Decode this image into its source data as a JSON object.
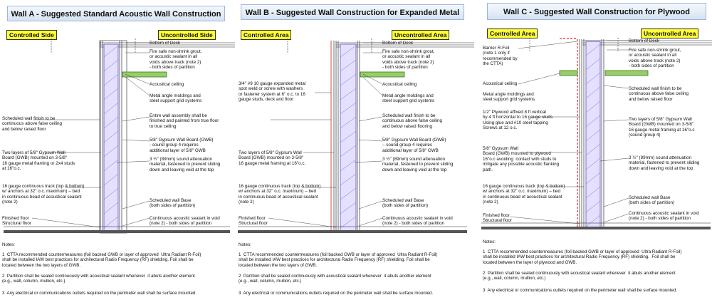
{
  "colors": {
    "title_bg": "#d6e3f3",
    "label_bg": "#ffff33",
    "insulation": "#7b6ad8",
    "track": "#2e7d32",
    "foil": "#d62f2f"
  },
  "walls": [
    {
      "title": "Wall A - Suggested Standard Acoustic Wall Construction",
      "left_label": "Controlled Side",
      "right_label": "Uncontrolled Side",
      "right_callouts": [
        "Bottom of Deck",
        "Fire safe non-shrink grout,\nor acoustic sealant in all\nvoids above track (note 2)\n- both sides of partition",
        "Acoustical ceiling",
        "Metal angle moldings and\nsteel support grid systems",
        "Entire wall assembly shall be\nfinished and painted from true floor\nto true ceiling",
        "5/8\" Gypsum Wall Board (GWB)\n- sound group 4 requires\nadditional layer of 5/8\" GWB",
        "3 ½\" (89mm) sound attenuation\nmaterial, fastened to prevent sliding\ndown and leaving void at the top",
        "Scheduled wall Base\n(both sides of partition)",
        "Continuous acoustic sealant in void\n(note 2) - both sides of partition"
      ],
      "left_callouts": [
        "Scheduled wall finish to be\ncontinuous above false ceiling\nand below raised floor",
        "Two layers of 5/8\" Gypsum Wall\nBoard (GWB) mounted on 3-5/8\"\n16 gauge metal framing or 2x4 studs\nat 16\"o.c.",
        "16 gauge continuous track (top & bottom)\nw/ anchors at 32\" o.c. maximum) – bed\nin continuous bead of acoustical sealant\n(note 2)",
        "Finished floor\nStructural floor"
      ],
      "notes_heading": "Notes:",
      "notes": [
        "1  CTTA recommended countermeasures (foil backed GWB or layer of approved  Ultra Radiant R-Foil)\nshall be installed IAW best practices for architectural Radio Frequency (RF) shielding. Foil shall be\nlocated between the two layers of GWB.",
        "2  Partition shall be sealed continuously with acoustical sealant whenever  it abuts another element\n(e.g., wall, column, mullion, etc.)",
        "3  Any electrical or communications outlets required on the perimeter wall shall be surface mounted."
      ]
    },
    {
      "title": "Wall B - Suggested Wall Construction for Expanded Metal",
      "left_label": "Controlled Area",
      "right_label": "Uncontrolled Area",
      "right_callouts": [
        "Bottom of Deck",
        "Fire safe non-shrink grout,\nor acoustic sealant in all\nvoids above track (note 2)\n- both sides of partition",
        "Acoustical ceiling",
        "Metal angle moldings and\nsteel support grid systems",
        "Scheduled wall finish to be\ncontinuous above false ceiling\nand below raised flooring",
        "5/8\" Gypsum Wall Board (GWB)\n– sound group 4 requires\nadditional layer of 5/8\" GWB",
        "3 ½\" (89mm) sound attenuation\nmaterial, fastened to prevent sliding\ndown and leaving void at the top",
        "Scheduled wall Base\n(both sides of partition)",
        "Continuous acoustic sealant in void\n(note 2) - both sides of partition"
      ],
      "left_callouts": [
        "3/4\" #9 10 gauge expanded metal\nspot weld or screw with washers\nor fastener system at 6\" o.c. to 16\ngauge studs, deck and floor",
        "Two layers of 5/8\" Gypsum Wall\nBoard (GWB) mounted on 3-5/8\"\n16 gauge metal framing at 16\"o.c.",
        "16 gauge continuous track (top & bottom)\nw/ anchors at 32\" o.c. maximum) – bed\nin continuous bead of acoustical sealant\n(note 2)",
        "Finished floor\nStructural floor"
      ],
      "notes_heading": "Notes:",
      "notes": [
        "1  CTTA recommended countermeasures (foil backed GWB or layer of approved  Ultra Radiant R-Foil)\nshall be installed IAW best practices for architectural Radio Frequency (RF) shielding. Foil shall be\nlocated between the two layers of GWB.",
        "2  Partition shall be sealed continuously with acoustical sealant whenever  it abuts another element\n(e.g., wall, column, mullion, etc.)",
        "3  Any electrical or communications outlets required on the perimeter wall shall be surface mounted."
      ]
    },
    {
      "title": "Wall C - Suggested Wall Construction for Plywood",
      "left_label": "Controlled Area",
      "right_label": "Uncontrolled Area",
      "right_callouts": [
        "Bottom of Deck",
        "Fire safe non-shrink grout,\nor acoustic sealant in all\nvoids above track (note 2)\n- both sides of partition",
        "Scheduled wall finish to be\ncontinuous above false ceiling\nand below raised floor",
        "Two layers of 5/8\" Gypsum Wall\nBoard (GWB) mounted on 3-5/8\"\n16 gauge metal framing at 16\"o.c\n(sound group 4)",
        "3 ½\" (89mm) sound attenuation\nmaterial, fastened to prevent sliding\ndown and leaving void at the top",
        "Scheduled wall Base\n(both sides of partition)",
        "Continuous acoustic sealant in void\n(note 2) - both sides of partition"
      ],
      "left_callouts": [
        "Barrier R-Foil\n(note 1 only if\nrecommended by\nthe CTTA)",
        "Acoustical ceiling",
        "Metal angle moldings and\nsteel support grid systems",
        "1/2\" Plywood affixed 8 ft vertical\nby 4 ft horizontal to 16 gauge studs\nUsing glue and #10 steel tapping\nScrews at 12 o.c.",
        "5/8\" Gypsum Wall\nBoard (GWB) mounted to plywood\n16\"o.c avoiding  contact with studs to\nmitigate any possible acoustic flanking\npath.",
        "16 gauge continuous track (top & bottom)\nw/ anchors at 32\" o.c. maximum) – bed\nin continuous bead of acoustical sealant\n(note 2)",
        "Finished floor\nStructural floor"
      ],
      "notes_heading": "Notes:",
      "notes": [
        "1  CTTA recommended countermeasures (foil backed GWB or layer of approved  Ultra Radiant R-Foil)\nshall be installed IAW best practices for architectural Radio Frequency (RF) shielding.  Foil shall be\nlocated between the layer of plywood and GWB.",
        "2  Partition shall be sealed continuously with acoustical sealant whenever  it abuts another element\n(e.g., wall, column, mullion, etc.)",
        "3  Any electrical or communications outlets required on the perimeter wall shall be surface mounted."
      ]
    }
  ]
}
